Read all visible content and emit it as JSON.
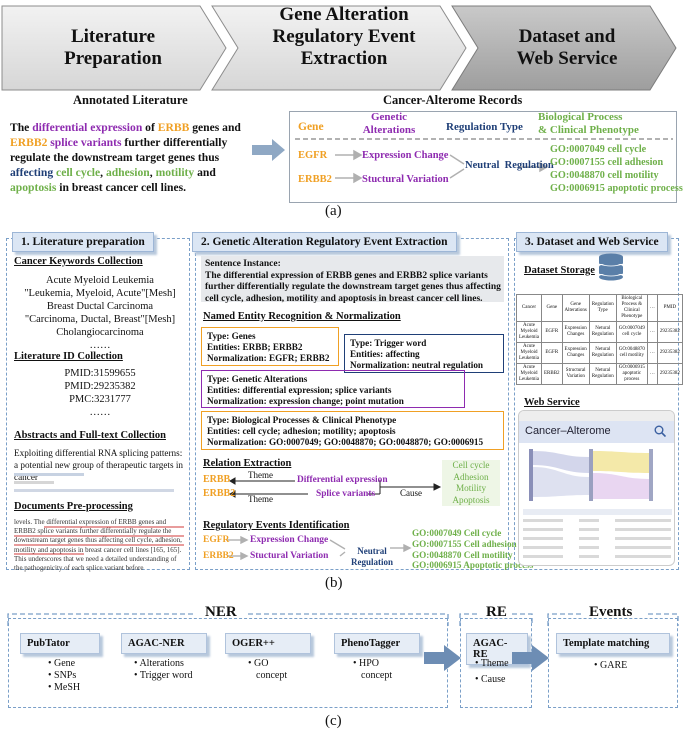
{
  "a": {
    "steps": [
      "Literature\nPreparation",
      "Gene Alteration\nRegulatory Event\nExtraction",
      "Dataset and\nWeb Service"
    ],
    "annotated_title": "Annotated Literature",
    "records_title": "Cancer-Alterome Records",
    "sentence": [
      {
        "t": "The ",
        "c": ""
      },
      {
        "t": "differential expression",
        "c": "purple"
      },
      {
        "t": " of ",
        "c": ""
      },
      {
        "t": "ERBB",
        "c": "orange"
      },
      {
        "t": " genes and ",
        "c": ""
      },
      {
        "t": "ERBB2",
        "c": "orange"
      },
      {
        "t": " ",
        "c": ""
      },
      {
        "t": "splice variants",
        "c": "purple"
      },
      {
        "t": " further differentially regulate the downstream target genes thus ",
        "c": ""
      },
      {
        "t": "affecting",
        "c": "blue"
      },
      {
        "t": " ",
        "c": ""
      },
      {
        "t": "cell cycle",
        "c": "green"
      },
      {
        "t": ", ",
        "c": ""
      },
      {
        "t": "adhesion",
        "c": "green"
      },
      {
        "t": ", ",
        "c": ""
      },
      {
        "t": "motility",
        "c": "green"
      },
      {
        "t": " and ",
        "c": ""
      },
      {
        "t": "apoptosis",
        "c": "green"
      },
      {
        "t": " in breast cancer cell lines.",
        "c": ""
      }
    ],
    "headers": {
      "gene": "Gene",
      "genetic": "Genetic\nAlterations",
      "regulation": "Regulation Type",
      "bio": "Biological Process\n& Clinical Phenotype"
    },
    "rows": [
      {
        "gene": "EGFR",
        "alt": "Expression Change"
      },
      {
        "gene": "ERBB2",
        "alt": "Stuctural Variation"
      }
    ],
    "regulation": "Neutral  Regulation",
    "go_terms": [
      "GO:0007049 cell cycle",
      "GO:0007155 cell adhesion",
      "GO:0048870 cell motility",
      "GO:0006915 apoptotic process"
    ],
    "label": "(a)"
  },
  "b": {
    "p1": {
      "title": "1. Literature preparation",
      "kw_title": "Cancer Keywords Collection",
      "kw": [
        "Acute Myeloid Leukemia",
        "\"Leukemia, Myeloid, Acute\"[Mesh]",
        "Breast Ductal Carcinoma",
        "\"Carcinoma, Ductal, Breast\"[Mesh]",
        "Cholangiocarcinoma",
        "……"
      ],
      "id_title": "Literature ID Collection",
      "ids": [
        "PMID:31599655",
        "PMID:29235382",
        "PMC:3231777",
        "……"
      ],
      "abs_title": "Abstracts and Full-text Collection",
      "abs_text": "Exploiting differential RNA splicing patterns: a potential new group of therapeutic targets in cancer",
      "doc_title": "Documents Pre-processing",
      "doc_text": "levels. The differential expression of ERBB genes and ERBB2 splice variants further differentially regulate the downstream target genes thus affecting cell cycle, adhesion, motility and apoptosis in breast cancer cell lines [165, 165]. This underscores that we need a detailed understanding of the pathogenicity of each splice variant before"
    },
    "p2": {
      "title": "2. Genetic Alteration Regulatory Event Extraction",
      "instance_label": "Sentence Instance:",
      "instance_text": "The differential expression of ERBB genes and ERBB2 splice variants further differentially regulate the downstream target genes thus affecting cell cycle, adhesion, motility and apoptosis in breast cancer cell lines.",
      "ner_title": "Named Entity Recognition & Normalization",
      "box_genes": [
        "Type: Genes",
        "Entities: ERBB; ERBB2",
        "Normalization: EGFR; ERBB2"
      ],
      "box_trigger": [
        "Type: Trigger word",
        "Entities: affecting",
        "Normalization: neutral regulation"
      ],
      "box_alt": [
        "Type: Genetic Alterations",
        "Entities: differential expression; splice variants",
        "Normalization: expression change; point mutation"
      ],
      "box_bio": [
        "Type: Biological Processes & Clinical Phenotype",
        "Entities: cell cycle; adhesion; motility; apoptosis",
        "Normalization: GO:0007049; GO:0048870; GO:0048870; GO:0006915"
      ],
      "re_title": "Relation Extraction",
      "re": {
        "erbb": "ERBB",
        "erbb2": "ERBB2",
        "theme": "Theme",
        "diff": "Differential expression",
        "splice": "Splice variants",
        "cause": "Cause",
        "bio": [
          "Cell cycle",
          "Adhesion",
          "Motility",
          "Apoptosis"
        ]
      },
      "ev_title": "Regulatory Events Identification",
      "ev": {
        "egfr": "EGFR",
        "erbb2": "ERBB2",
        "expr": "Expression Change",
        "struct": "Stuctural Variation",
        "reg": "Neutral\nRegulation",
        "go": [
          "GO:0007049 Cell cycle",
          "GO:0007155 Cell adhesion",
          "GO:0048870 Cell motility",
          "GO:0006915 Apoptotic process"
        ]
      }
    },
    "p3": {
      "title": "3. Dataset and Web Service",
      "storage_title": "Dataset Storage",
      "table_head": [
        "Cancer",
        "Gene",
        "Gene Alterations",
        "Regulation Type",
        "Biological Process & Clinical Phenotype",
        "…",
        "PMID"
      ],
      "table_rows": [
        [
          "Acute Myeloid Leukemia",
          "EGFR",
          "Expression Changes",
          "Netural Regulation",
          "GO:0007049 cell cycle",
          "…",
          "29235382"
        ],
        [
          "Acute Myeloid Leukemia",
          "EGFR",
          "Expression Changes",
          "Netural Regulation",
          "GO:0048870 cell motility",
          "…",
          "29235382"
        ],
        [
          "Acute Myeloid Leukemia",
          "ERBB2",
          "Structural Variation",
          "Netural Regulation",
          "GO:0006915 apoptotic process",
          "…",
          "29235382"
        ]
      ],
      "web_title": "Web Service",
      "app_name": "Cancer–Alterome"
    },
    "label": "(b)"
  },
  "c": {
    "groups": [
      "NER",
      "RE",
      "Events"
    ],
    "tools": [
      {
        "name": "PubTator",
        "items": [
          "• Gene",
          "• SNPs",
          "• MeSH"
        ]
      },
      {
        "name": "AGAC-NER",
        "items": [
          "• Alterations",
          "• Trigger word"
        ]
      },
      {
        "name": "OGER++",
        "items": [
          "• GO",
          "concept"
        ]
      },
      {
        "name": "PhenoTagger",
        "items": [
          "• HPO",
          "concept"
        ]
      },
      {
        "name": "AGAC-RE",
        "items": [
          "• Theme",
          "• Cause"
        ]
      },
      {
        "name": "Template matching",
        "items": [
          "• GARE"
        ]
      }
    ],
    "label": "(c)"
  },
  "colors": {
    "purple": "#8e2bb0",
    "orange": "#f0a024",
    "green": "#6fb04a",
    "blue": "#1f3f77",
    "panel_border": "#7a9fc8",
    "tab_fill": "#dbe6f4"
  }
}
